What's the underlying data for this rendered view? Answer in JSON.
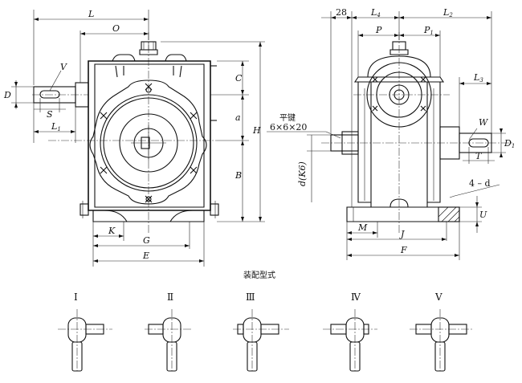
{
  "front_view": {
    "dims": {
      "L": "L",
      "O": "O",
      "D": "D",
      "V": "V",
      "S": "S",
      "L1_main": "L",
      "L1_sub": "1",
      "C": "C",
      "a": "a",
      "H": "H",
      "B": "B",
      "K": "K",
      "G": "G",
      "E": "E"
    }
  },
  "side_view": {
    "dims": {
      "n28": "28",
      "L4_main": "L",
      "L4_sub": "4",
      "L2_main": "L",
      "L2_sub": "2",
      "P": "P",
      "P1_main": "P",
      "P1_sub": "1",
      "L3_main": "L",
      "L3_sub": "3",
      "key_label": "平键",
      "key_size": "6×6×20",
      "W": "W",
      "D1_main": "D",
      "D1_sub": "1",
      "T": "T",
      "bore": "d(K6)",
      "holes": "4 – d",
      "U": "U",
      "M": "M",
      "J": "J",
      "F": "F"
    }
  },
  "assembly": {
    "title": "装配型式",
    "types": [
      "Ⅰ",
      "Ⅱ",
      "Ⅲ",
      "Ⅳ",
      "Ⅴ"
    ]
  }
}
